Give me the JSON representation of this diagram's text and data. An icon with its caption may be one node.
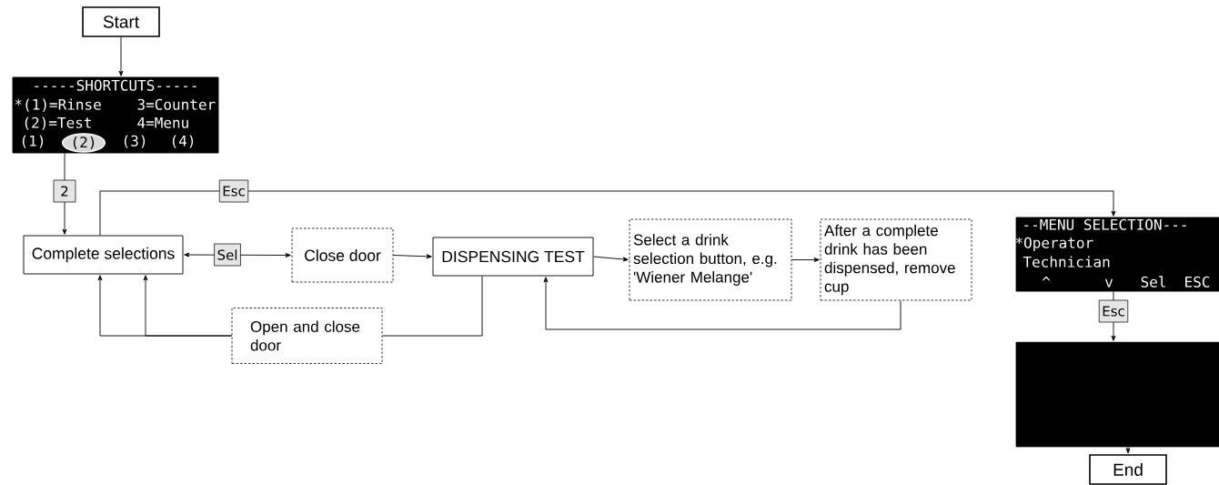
{
  "diagram": {
    "nodes": [
      {
        "text": [
          "Start"
        ]
      },
      {
        "text": [
          "-----SHORTCUTS-----",
          "*(1)=Rinse",
          "3=Counter",
          "(2)=Test",
          "4=Menu",
          "(1)",
          "(2)",
          "(3)",
          "(4)"
        ]
      },
      {
        "text": [
          "Complete selections"
        ]
      },
      {
        "text": [
          "Close door"
        ]
      },
      {
        "text": [
          "DISPENSING TEST"
        ]
      },
      {
        "text": [
          "Select a drink selection button, e.g. 'Wiener Melange'"
        ]
      },
      {
        "text": [
          "After a complete drink has been dispensed, remove cup"
        ]
      },
      {
        "text": [
          "Open and close door"
        ]
      },
      {
        "text": [
          "--MENU SELECTION---",
          "*Operator",
          "Technician",
          "^",
          "v",
          "Sel",
          "ESC"
        ]
      },
      {
        "text": [],
        "shape": "box"
      },
      {
        "text": [
          "End"
        ]
      }
    ],
    "edges": [
      {
        "from": 0,
        "to": 1,
        "arrow": "to"
      },
      {
        "from": 1,
        "to": 2,
        "arrow": "to",
        "label": "2"
      },
      {
        "from": 2,
        "to": 8,
        "arrow": "to",
        "label": "Esc"
      },
      {
        "from": 2,
        "to": 3,
        "arrow": "both",
        "label": "Sel"
      },
      {
        "from": 3,
        "to": 4,
        "arrow": "to"
      },
      {
        "from": 4,
        "to": 5,
        "arrow": "to"
      },
      {
        "from": 5,
        "to": 6,
        "arrow": "to"
      },
      {
        "from": 6,
        "to": 4,
        "arrow": "to"
      },
      {
        "from": 4,
        "to": 7,
        "arrow": "none"
      },
      {
        "from": 7,
        "to": 2,
        "arrow": "to"
      },
      {
        "from": 7,
        "to": 2,
        "arrow": "to"
      },
      {
        "from": 8,
        "to": 9,
        "arrow": "to",
        "label": "Esc"
      },
      {
        "from": 9,
        "to": 10,
        "arrow": "to"
      }
    ]
  }
}
